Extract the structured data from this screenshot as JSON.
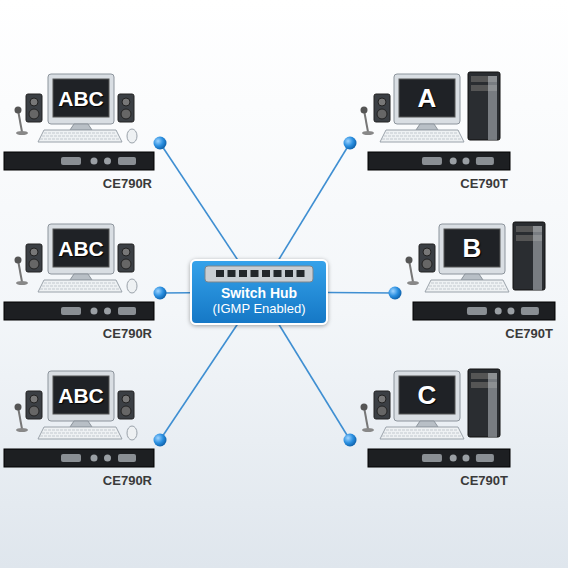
{
  "diagram": {
    "nodes": [
      {
        "text": [
          "ABC",
          "CE790R"
        ]
      },
      {
        "text": [
          "A",
          "CE790T"
        ]
      },
      {
        "text": [
          "ABC",
          "CE790R"
        ]
      },
      {
        "text": [
          "Switch Hub",
          "(IGMP Enabled)"
        ]
      },
      {
        "text": [
          "B",
          "CE790T"
        ]
      },
      {
        "text": [
          "ABC",
          "CE790R"
        ]
      },
      {
        "text": [
          "C",
          "CE790T"
        ]
      }
    ],
    "edges": [
      {
        "from": 3,
        "to": 0,
        "arrow": "none"
      },
      {
        "from": 3,
        "to": 1,
        "arrow": "none"
      },
      {
        "from": 3,
        "to": 2,
        "arrow": "none"
      },
      {
        "from": 3,
        "to": 4,
        "arrow": "none"
      },
      {
        "from": 3,
        "to": 5,
        "arrow": "none"
      },
      {
        "from": 3,
        "to": 6,
        "arrow": "none"
      }
    ]
  }
}
